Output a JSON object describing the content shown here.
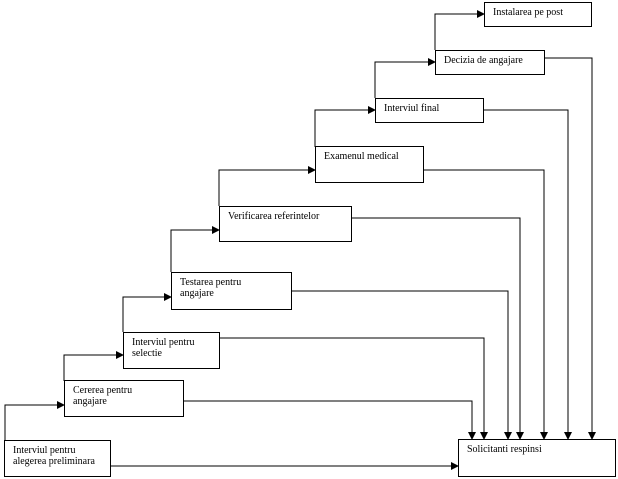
{
  "steps": {
    "s1": {
      "line1": "Interviul pentru",
      "line2": "alegerea preliminara"
    },
    "s2": {
      "line1": "Cererea pentru",
      "line2": "angajare"
    },
    "s3": {
      "line1": "Interviul pentru",
      "line2": "selectie"
    },
    "s4": {
      "line1": "Testarea pentru",
      "line2": "angajare"
    },
    "s5": {
      "line1": "Verificarea referintelor"
    },
    "s6": {
      "line1": "Examenul medical"
    },
    "s7": {
      "line1": "Interviul final"
    },
    "s8": {
      "line1": "Decizia de angajare"
    },
    "s9": {
      "line1": "Instalarea pe post"
    }
  },
  "rejected": {
    "label": "Solicitanti respinsi"
  },
  "colors": {
    "line": "#000000",
    "box_border": "#000000",
    "background": "#ffffff"
  }
}
